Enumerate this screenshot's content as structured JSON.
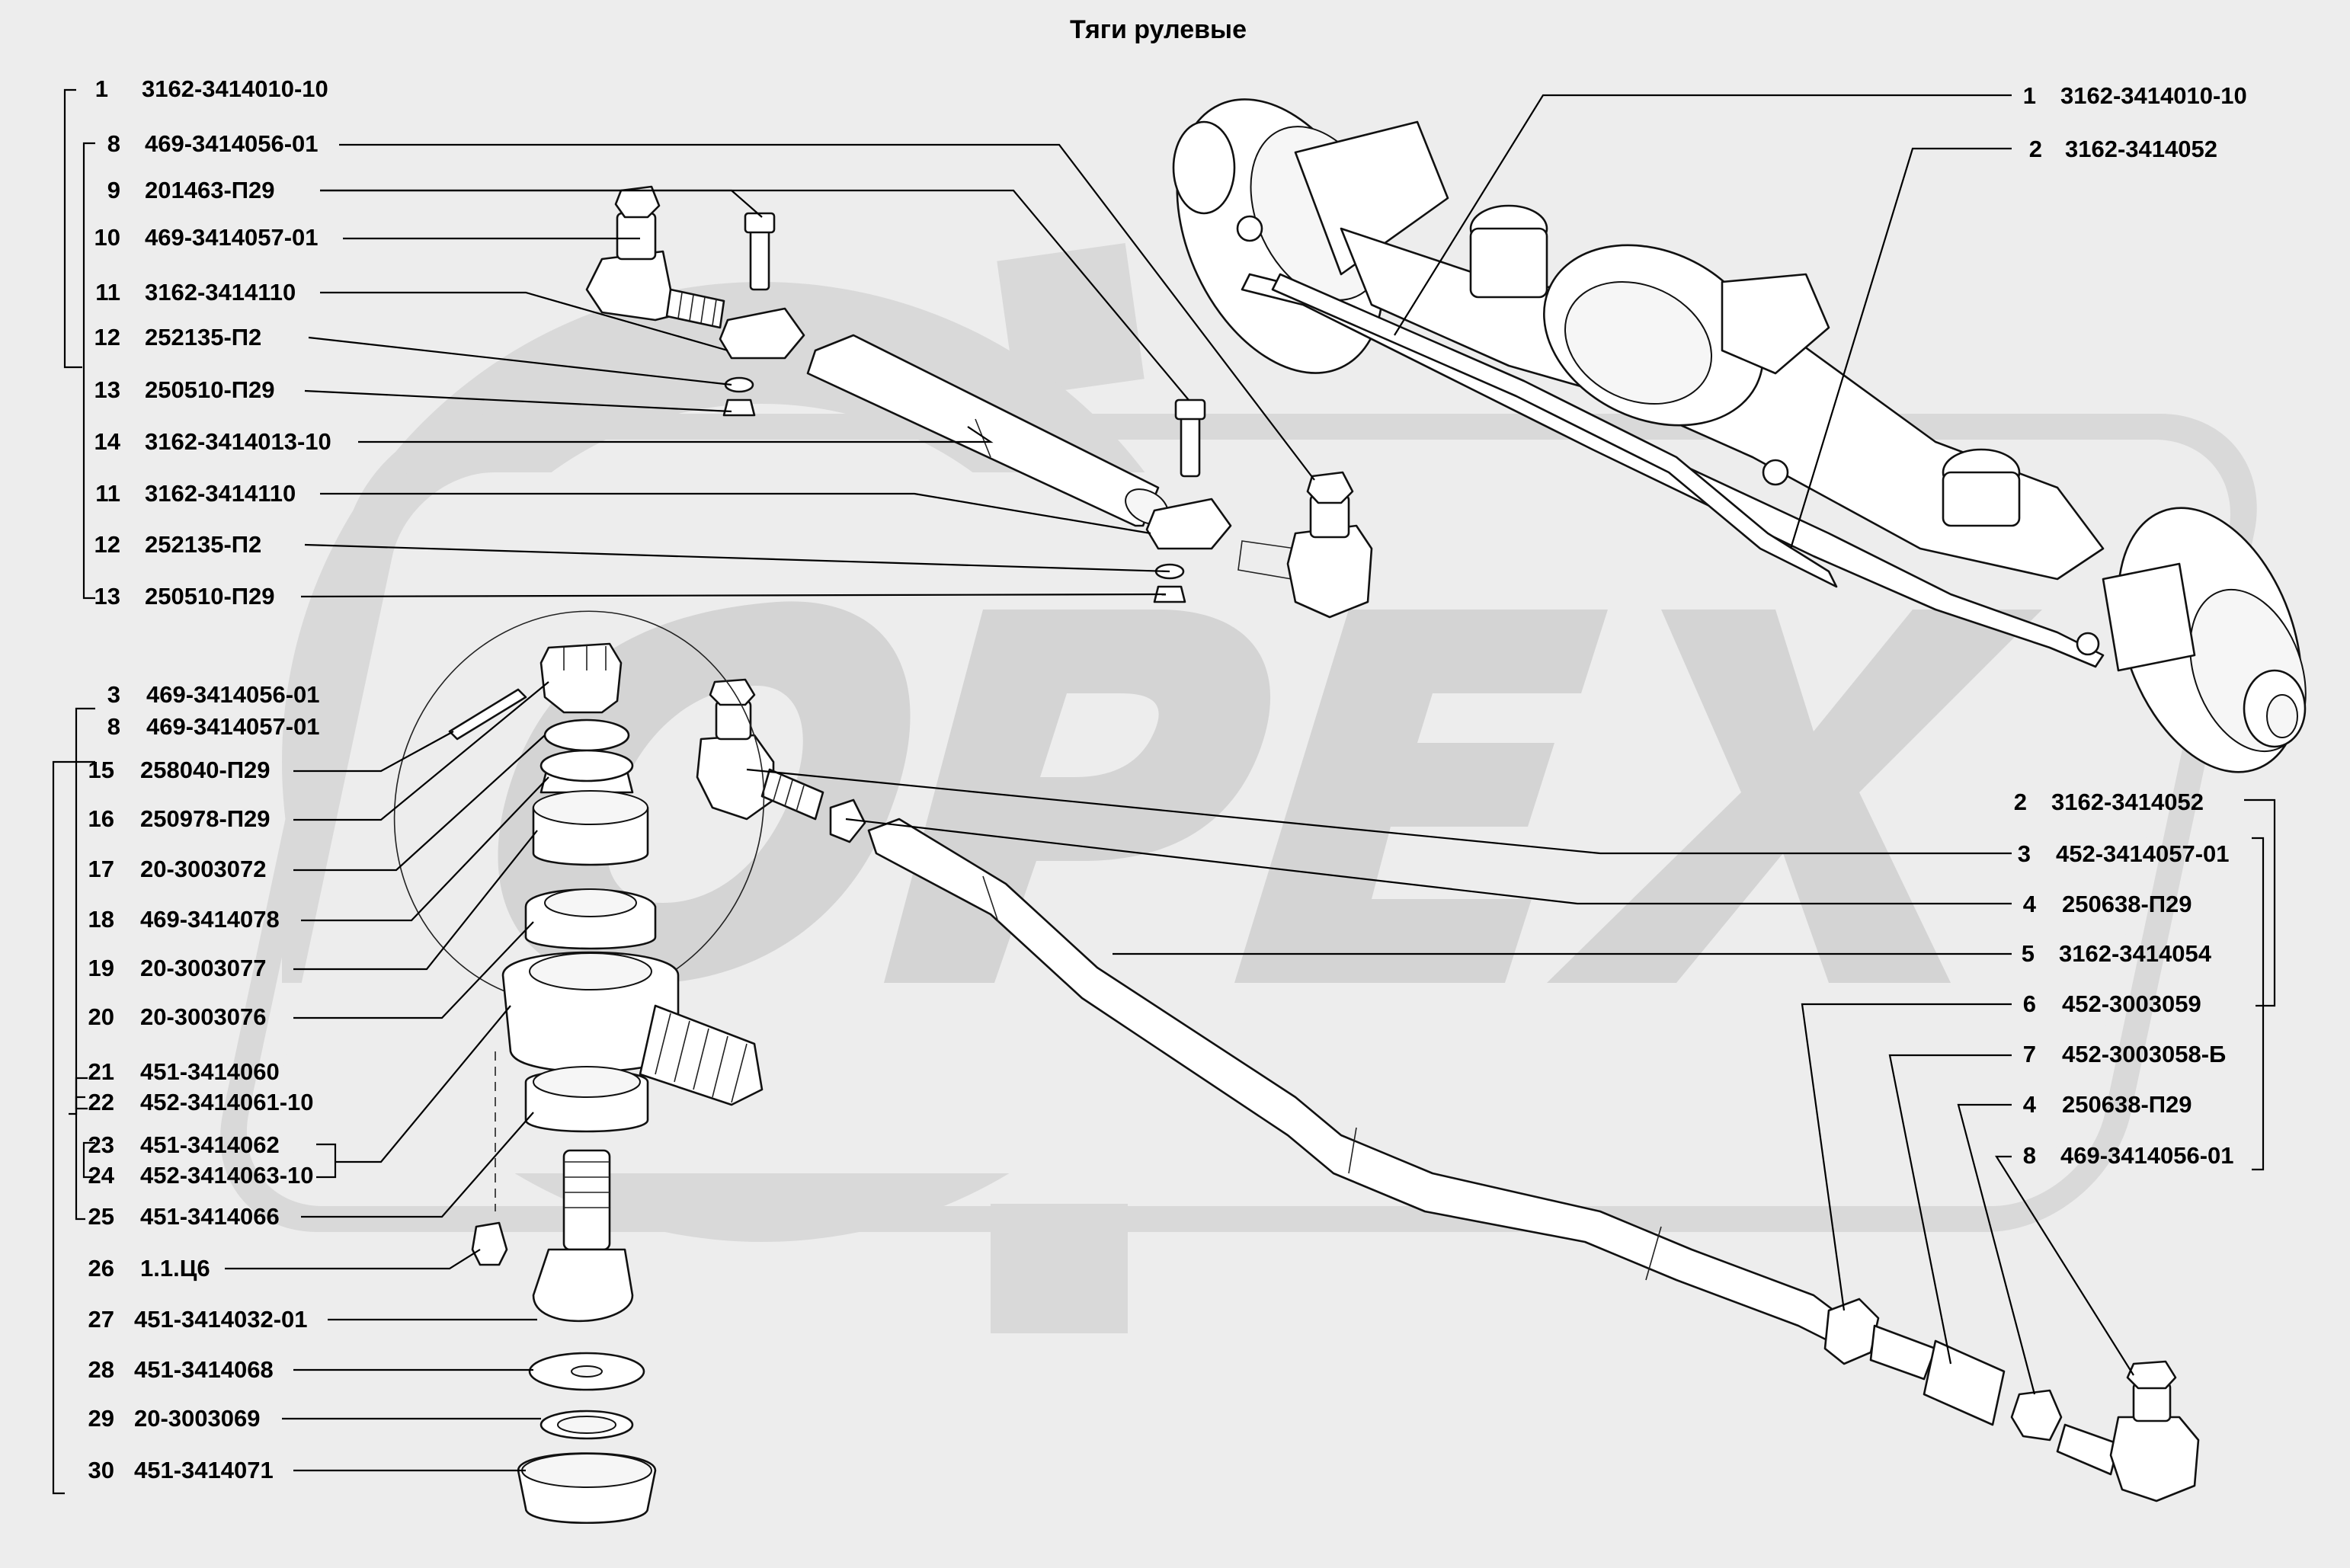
{
  "title": "Тяги рулевые",
  "left_callouts": [
    {
      "num": "1",
      "code": "3162-3414010-10"
    },
    {
      "num": "8",
      "code": "469-3414056-01"
    },
    {
      "num": "9",
      "code": "201463-П29"
    },
    {
      "num": "10",
      "code": "469-3414057-01"
    },
    {
      "num": "11",
      "code": "3162-3414110"
    },
    {
      "num": "12",
      "code": "252135-П2"
    },
    {
      "num": "13",
      "code": "250510-П29"
    },
    {
      "num": "14",
      "code": "3162-3414013-10"
    },
    {
      "num": "11",
      "code": "3162-3414110"
    },
    {
      "num": "12",
      "code": "252135-П2"
    },
    {
      "num": "13",
      "code": "250510-П29"
    },
    {
      "num": "3",
      "code": "469-3414056-01"
    },
    {
      "num": "8",
      "code": "469-3414057-01"
    },
    {
      "num": "15",
      "code": "258040-П29"
    },
    {
      "num": "16",
      "code": "250978-П29"
    },
    {
      "num": "17",
      "code": "20-3003072"
    },
    {
      "num": "18",
      "code": "469-3414078"
    },
    {
      "num": "19",
      "code": "20-3003077"
    },
    {
      "num": "20",
      "code": "20-3003076"
    },
    {
      "num": "21",
      "code": "451-3414060"
    },
    {
      "num": "22",
      "code": "452-3414061-10"
    },
    {
      "num": "23",
      "code": "451-3414062"
    },
    {
      "num": "24",
      "code": "452-3414063-10"
    },
    {
      "num": "25",
      "code": "451-3414066"
    },
    {
      "num": "26",
      "code": "1.1.Ц6"
    },
    {
      "num": "27",
      "code": "451-3414032-01"
    },
    {
      "num": "28",
      "code": "451-3414068"
    },
    {
      "num": "29",
      "code": "20-3003069"
    },
    {
      "num": "30",
      "code": "451-3414071"
    }
  ],
  "right_callouts": [
    {
      "num": "1",
      "code": "3162-3414010-10"
    },
    {
      "num": "2",
      "code": "3162-3414052"
    },
    {
      "num": "2",
      "code": "3162-3414052"
    },
    {
      "num": "3",
      "code": "452-3414057-01"
    },
    {
      "num": "4",
      "code": "250638-П29"
    },
    {
      "num": "5",
      "code": "3162-3414054"
    },
    {
      "num": "6",
      "code": "452-3003059"
    },
    {
      "num": "7",
      "code": "452-3003058-Б"
    },
    {
      "num": "4",
      "code": "250638-П29"
    },
    {
      "num": "8",
      "code": "469-3414056-01"
    }
  ],
  "watermark_text": "PEX",
  "icons": [
    "gear-watermark",
    "steering-rod-assembly",
    "front-axle",
    "ball-joint-exploded"
  ]
}
